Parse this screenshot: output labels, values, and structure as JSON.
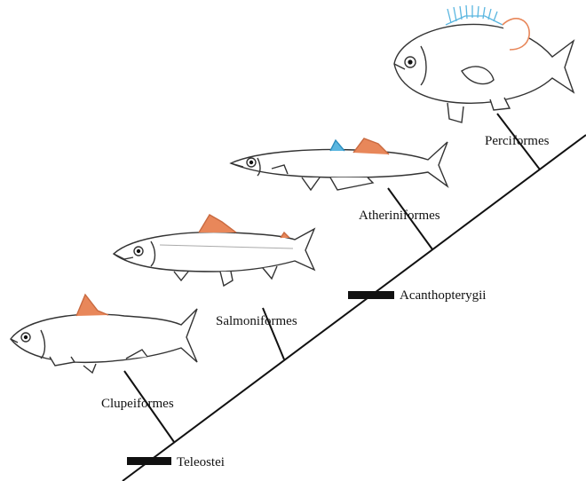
{
  "colors": {
    "line": "#111111",
    "fish_outline": "#333333",
    "fin_orange": "#e8875a",
    "fin_blue": "#5ab6e0",
    "marker": "#111111"
  },
  "markers": {
    "teleostei": "Teleostei",
    "acanthopterygii": "Acanthopterygii"
  },
  "taxa": {
    "clupeiformes": "Clupeiformes",
    "salmoniformes": "Salmoniformes",
    "atheriniformes": "Atheriniformes",
    "perciformes": "Perciformes"
  },
  "icons": [
    "herring-fish-icon",
    "salmon-fish-icon",
    "silverside-fish-icon",
    "perch-fish-icon"
  ]
}
